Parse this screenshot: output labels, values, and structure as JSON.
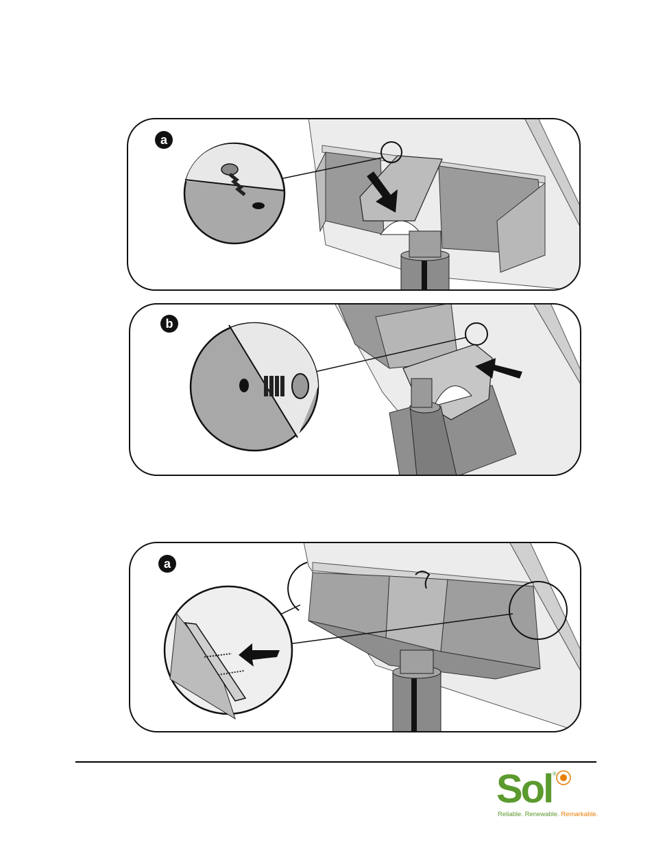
{
  "panels": [
    {
      "label": "a"
    },
    {
      "label": "b"
    },
    {
      "label": "a"
    }
  ],
  "logo": {
    "word": "Sol",
    "registered": "®",
    "tagline_part1": "Reliable. Renewable.",
    "tagline_part2": "Remarkable.",
    "color_green": "#5b9a2e",
    "color_orange": "#e87e04"
  }
}
